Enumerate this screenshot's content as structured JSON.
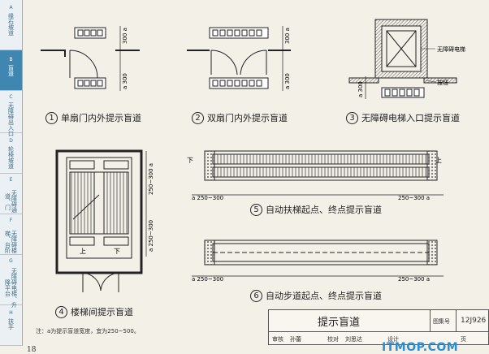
{
  "sidebar": {
    "items": [
      {
        "letter": "A",
        "label": "缘石坡道"
      },
      {
        "letter": "B",
        "label": "盲道"
      },
      {
        "letter": "C",
        "label": "无障碍出入口"
      },
      {
        "letter": "D",
        "label": "轮椅坡道"
      },
      {
        "letter": "E",
        "label": "无障碍通道、门"
      },
      {
        "letter": "F",
        "label": "无障碍楼梯、台阶"
      },
      {
        "letter": "G",
        "label": "无障碍电梯、升降平台"
      },
      {
        "letter": "H",
        "label": "扶手"
      }
    ],
    "active_index": 1
  },
  "figures": {
    "f1": {
      "num": "1",
      "caption": "单扇门内外提示盲道",
      "dim_top": "300 a",
      "dim_bottom": "a 300"
    },
    "f2": {
      "num": "2",
      "caption": "双扇门内外提示盲道",
      "dim_top": "300 a",
      "dim_bottom": "a 300"
    },
    "f3": {
      "num": "3",
      "caption": "无障碍电梯入口提示盲道",
      "label_elevator": "无障碍电梯",
      "label_button": "按钮",
      "dim": "a 300"
    },
    "f4": {
      "num": "4",
      "caption": "楼梯间提示盲道",
      "dim_top": "250~300 a",
      "dim_bottom": "a 250~300",
      "up": "上",
      "down": "下"
    },
    "f5": {
      "num": "5",
      "caption": "自动扶梯起点、终点提示盲道",
      "dim_left": "a 250~300",
      "dim_right": "250~300 a",
      "down": "下",
      "up": "上"
    },
    "f6": {
      "num": "6",
      "caption": "自动步道起点、终点提示盲道",
      "dim_left": "a 250~300",
      "dim_right": "250~300 a"
    }
  },
  "note": "注：a为提示盲道宽度，宜为250~500。",
  "title_block": {
    "title": "提示盲道",
    "atlas_label": "图集号",
    "atlas_code": "12J926",
    "review_label": "审核",
    "review_name": "孙蕾",
    "check_label": "校对",
    "check_name": "刘思达",
    "design_label": "设计",
    "page_label": "页"
  },
  "page_number": "18",
  "watermark": "ITMOP.COM",
  "colors": {
    "sidebar_active": "#3f86b0",
    "line": "#222222",
    "watermark": "#2a8fd0"
  }
}
